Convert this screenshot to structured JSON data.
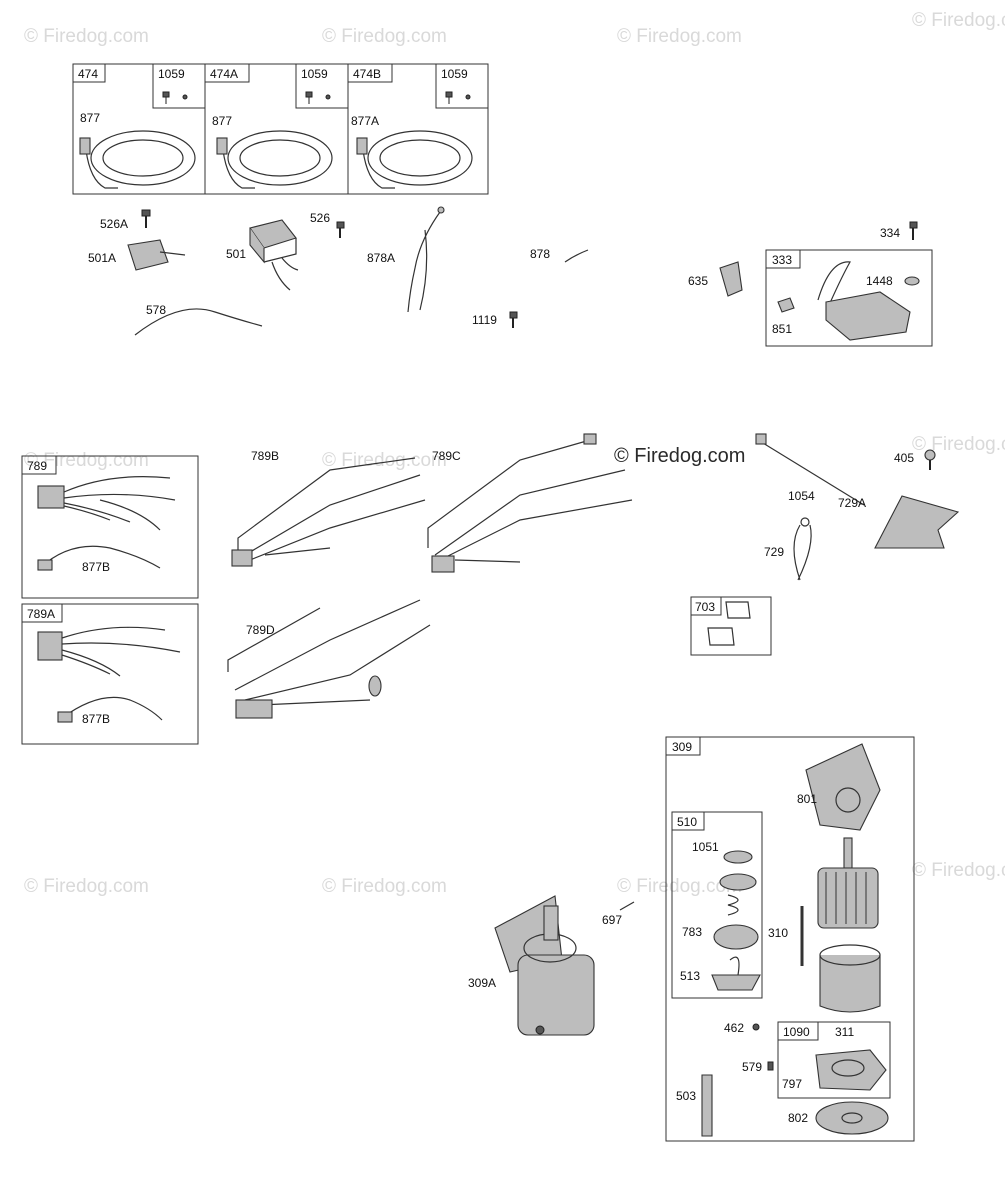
{
  "watermark": {
    "faint_text": "© Firedog.com",
    "main_text": "© Firedog.com"
  },
  "boxes": {
    "b474": "474",
    "b1059a": "1059",
    "b474A": "474A",
    "b1059b": "1059",
    "b474B": "474B",
    "b1059c": "1059",
    "b333": "333",
    "b789": "789",
    "b789A": "789A",
    "b703": "703",
    "b309": "309",
    "b510": "510",
    "b1090": "1090"
  },
  "labels": {
    "p877a": "877",
    "p877b": "877",
    "p877A": "877A",
    "p526A": "526A",
    "p501A": "501A",
    "p501": "501",
    "p526": "526",
    "p878A": "878A",
    "p878": "878",
    "p1119": "1119",
    "p578": "578",
    "p334": "334",
    "p635": "635",
    "p1448": "1448",
    "p851": "851",
    "p789B": "789B",
    "p789C": "789C",
    "p789D": "789D",
    "p877B1": "877B",
    "p877B2": "877B",
    "p1054": "1054",
    "p405": "405",
    "p729A": "729A",
    "p729": "729",
    "p801": "801",
    "p1051": "1051",
    "p783": "783",
    "p513": "513",
    "p310": "310",
    "p697": "697",
    "p309A": "309A",
    "p462": "462",
    "p311": "311",
    "p579": "579",
    "p797": "797",
    "p503": "503",
    "p802": "802"
  }
}
